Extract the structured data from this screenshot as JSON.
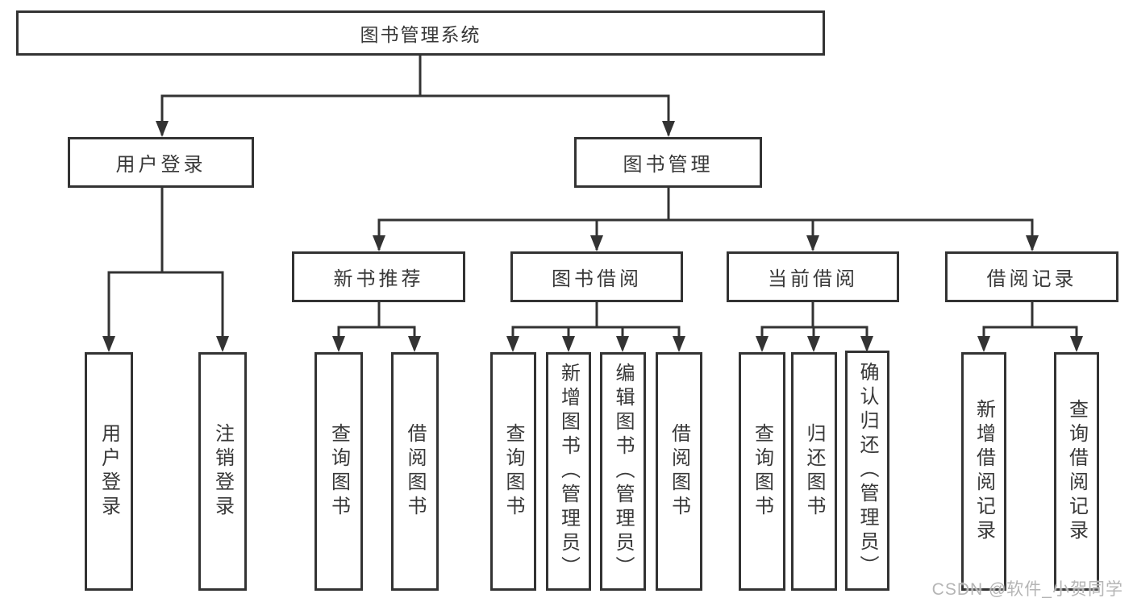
{
  "tree": {
    "root": {
      "label": "图书管理系统"
    },
    "branches": [
      {
        "label": "用户登录",
        "children": [
          {
            "label": "用户登录"
          },
          {
            "label": "注销登录"
          }
        ]
      },
      {
        "label": "图书管理",
        "children": [
          {
            "label": "新书推荐",
            "children": [
              {
                "label": "查询图书"
              },
              {
                "label": "借阅图书"
              }
            ]
          },
          {
            "label": "图书借阅",
            "children": [
              {
                "label": "查询图书"
              },
              {
                "label": "新增图书（管理员）"
              },
              {
                "label": "编辑图书（管理员）"
              },
              {
                "label": "借阅图书"
              }
            ]
          },
          {
            "label": "当前借阅",
            "children": [
              {
                "label": "查询图书"
              },
              {
                "label": "归还图书"
              },
              {
                "label": "确认归还（管理员）"
              }
            ]
          },
          {
            "label": "借阅记录",
            "children": [
              {
                "label": "新增借阅记录"
              },
              {
                "label": "查询借阅记录"
              }
            ]
          }
        ]
      }
    ]
  },
  "watermark": {
    "text": "CSDN @软件_小贺同学"
  },
  "colors": {
    "line": "#333333",
    "box_border": "#333333",
    "text": "#383838",
    "watermark": "#b5b5b5",
    "background": "#ffffff"
  }
}
